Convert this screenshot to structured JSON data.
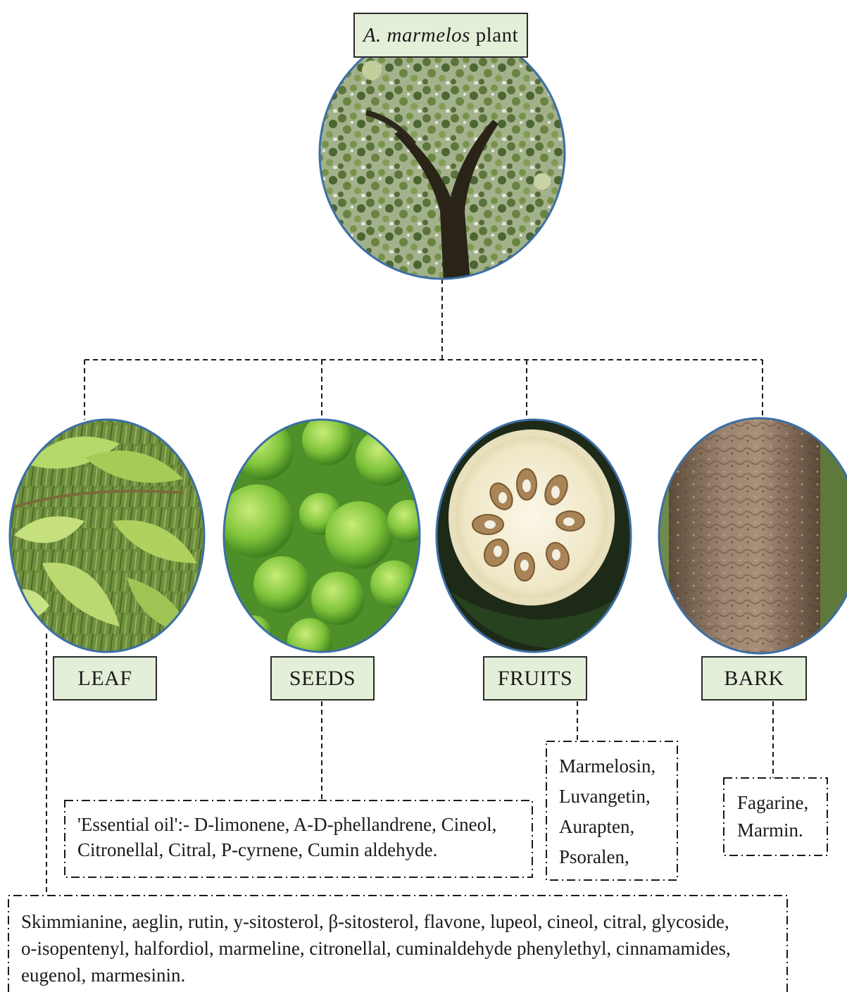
{
  "title": {
    "species": "A. marmelos",
    "suffix": "plant"
  },
  "parts": [
    {
      "label": "LEAF"
    },
    {
      "label": "SEEDS"
    },
    {
      "label": "FRUITS"
    },
    {
      "label": "BARK"
    }
  ],
  "compounds": {
    "seeds_line1": "'Essential oil':- D-limonene, A-D-phellandrene, Cineol,",
    "seeds_line2": "Citronellal, Citral, P-cyrnene, Cumin aldehyde.",
    "fruits_lines": [
      "Marmelosin,",
      "Luvangetin,",
      "Aurapten,",
      "Psoralen,"
    ],
    "bark_lines": [
      "Fagarine,",
      "Marmin."
    ],
    "leaf_line1": "Skimmianine, aeglin, rutin, y-sitosterol, β-sitosterol, flavone, lupeol, cineol, citral, glycoside,",
    "leaf_line2": "o-isopentenyl, halfordiol, marmeline, citronellal, cuminaldehyde phenylethyl, cinnamamides,",
    "leaf_line3": "eugenol, marmesinin."
  },
  "colors": {
    "label_fill": "#e3efd9",
    "outline_blue": "#3c6fa5",
    "connector": "#1a1a1a"
  },
  "icons": {
    "tree_photo": "tree-canopy-image",
    "leaf_photo": "green-leaves-image",
    "seeds_photo": "green-fruits-image",
    "fruits_photo": "cut-bael-fruit-image",
    "bark_photo": "tree-bark-image"
  }
}
